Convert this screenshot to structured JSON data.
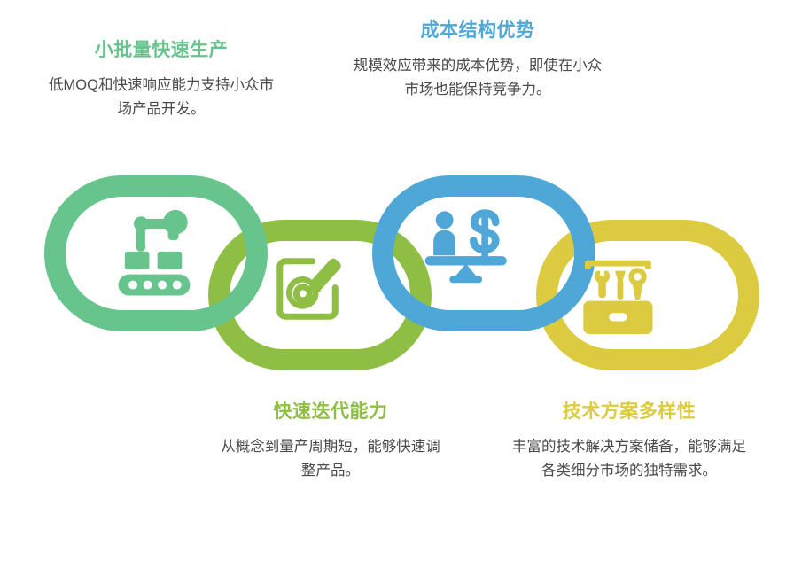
{
  "infographic": {
    "type": "chain-link-4-step",
    "background": "#ffffff",
    "links": [
      {
        "id": "link-1",
        "color": "#66C48C",
        "icon": "robot-arm-conveyor-icon",
        "title": "小批量快速生产",
        "body": "低MOQ和快速响应能力支持小众市场产品开发。",
        "position": "upper-left"
      },
      {
        "id": "link-2",
        "color": "#8EBE44",
        "icon": "edit-iteration-icon",
        "title": "快速迭代能力",
        "body": "从概念到量产周期短，能够快速调整产品。",
        "position": "lower-left-center"
      },
      {
        "id": "link-3",
        "color": "#4FA7D8",
        "icon": "balance-scale-person-dollar-icon",
        "title": "成本结构优势",
        "body": "规模效应带来的成本优势，即使在小众市场也能保持竞争力。",
        "position": "upper-right-center"
      },
      {
        "id": "link-4",
        "color": "#DCCB40",
        "icon": "toolbox-tools-icon",
        "title": "技术方案多样性",
        "body": "丰富的技术解决方案储备，能够满足各类细分市场的独特需求。",
        "position": "lower-right"
      }
    ]
  },
  "labels": {
    "top_left": {
      "title": "小批量快速生产",
      "body": "低MOQ和快速响应能力支持小众市场产品开发。",
      "color": "#66C48C"
    },
    "top_right": {
      "title": "成本结构优势",
      "body": "规模效应带来的成本优势，即使在小众市场也能保持竞争力。",
      "color": "#4FA7D8"
    },
    "bottom_left": {
      "title": "快速迭代能力",
      "body": "从概念到量产周期短，能够快速调整产品。",
      "color": "#8EBE44"
    },
    "bottom_right": {
      "title": "技术方案多样性",
      "body": "丰富的技术解决方案储备，能够满足各类细分市场的独特需求。",
      "color": "#DCCB40"
    }
  }
}
